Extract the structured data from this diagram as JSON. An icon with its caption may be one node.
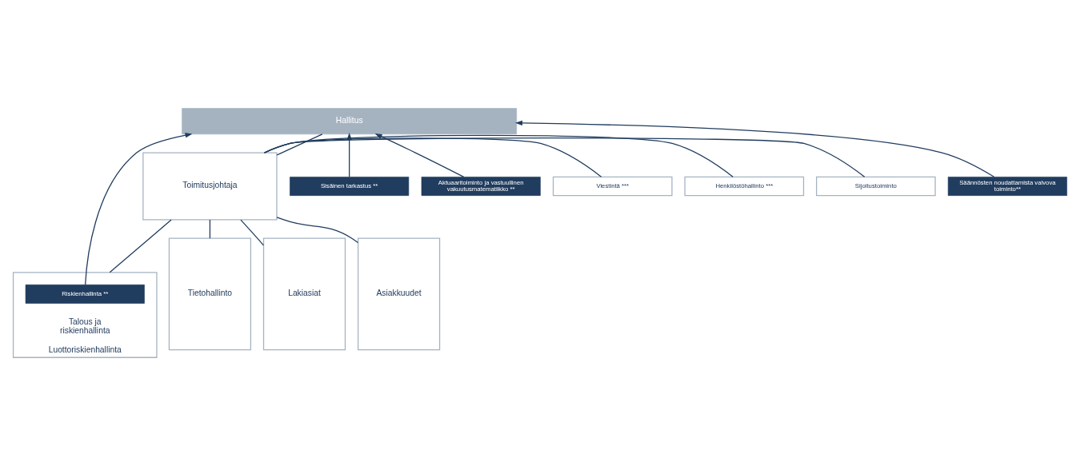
{
  "diagram": {
    "nodes": [
      {
        "text": [
          "Hallitus"
        ]
      },
      {
        "text": [
          "Viestintä ***"
        ]
      },
      {
        "text": [
          "Henkilöstöhallinto ***"
        ]
      },
      {
        "text": [
          "Sijoitustoiminto"
        ]
      },
      {
        "text": [
          "Toimitusjohtaja"
        ]
      },
      {
        "text": [
          "Sisäinen tarkastus **"
        ]
      },
      {
        "text": [
          "Aktuaaritoiminto ja vastuullinen vakuutusmatematiikko **"
        ]
      },
      {
        "text": [
          "Säännösten noudattamista valvova toiminto**"
        ]
      },
      {
        "text": [
          "Asiakkuudet"
        ]
      },
      {
        "text": [
          "Tietohallinto"
        ]
      },
      {
        "text": [
          "Lakiasiat"
        ]
      },
      {
        "text": [
          "Talous ja riskienhallinta",
          "Luottoriskienhallinta"
        ]
      },
      {
        "text": [
          "Riskienhallinta **"
        ],
        "in": 11
      }
    ],
    "edges": [
      {
        "from": 0,
        "to": 4,
        "arrow": "none"
      },
      {
        "from": 1,
        "to": 4,
        "arrow": "none"
      },
      {
        "from": 2,
        "to": 4,
        "arrow": "none"
      },
      {
        "from": 3,
        "to": 4,
        "arrow": "none"
      },
      {
        "from": 4,
        "to": 8,
        "arrow": "none"
      },
      {
        "from": 4,
        "to": 9,
        "arrow": "none"
      },
      {
        "from": 4,
        "to": 10,
        "arrow": "none"
      },
      {
        "from": 4,
        "to": 11,
        "arrow": "none"
      },
      {
        "from": 5,
        "to": 0,
        "arrow": "to"
      },
      {
        "from": 6,
        "to": 0,
        "arrow": "to"
      },
      {
        "from": 7,
        "to": 0,
        "arrow": "to"
      },
      {
        "from": 12,
        "to": 0,
        "arrow": "to"
      }
    ]
  }
}
